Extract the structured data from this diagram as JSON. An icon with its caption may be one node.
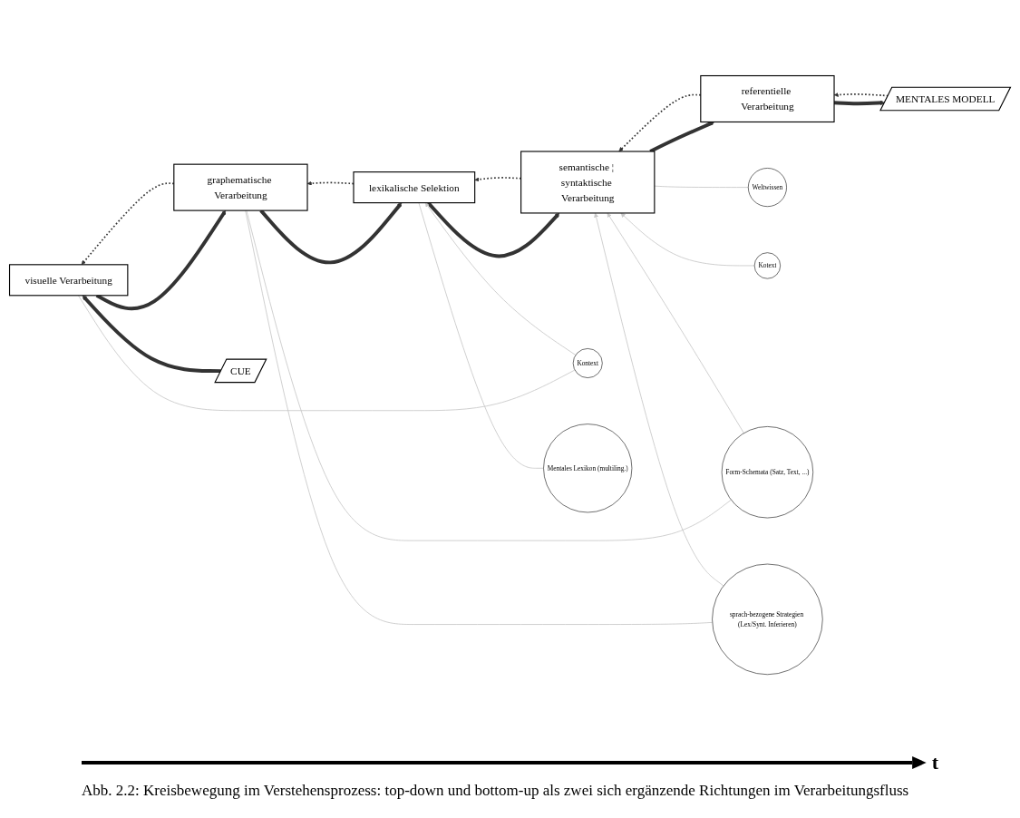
{
  "diagram": {
    "caption": "Abb. 2.2: Kreisbewegung im Verstehensprozess: top-down und bottom-up als zwei sich ergänzende Richtungen im Verarbeitungsfluss",
    "nodes": [
      {
        "text": [
          "Weltwissen"
        ]
      },
      {
        "text": [
          "MENTALES MODELL"
        ]
      },
      {
        "text": [
          "Kotext"
        ]
      },
      {
        "text": [
          "referentielle Verarbeitung"
        ]
      },
      {
        "text": [
          "Kontext"
        ]
      },
      {
        "text": [
          "semantische ¦ syntaktische Verarbeitung"
        ]
      },
      {
        "text": [
          "Mentales Lexikon (multiling.)"
        ]
      },
      {
        "text": [
          "lexikalische Selektion"
        ]
      },
      {
        "text": [
          "graphematische Verarbeitung"
        ]
      },
      {
        "text": [
          "Form-Schemata (Satz, Text, ...)"
        ]
      },
      {
        "text": [
          "visuelle Verarbeitung"
        ]
      },
      {
        "text": [
          "sprach-bezogene Strategien (Lex/Synt. Inferieren)"
        ]
      },
      {
        "text": [
          "CUE"
        ]
      }
    ],
    "edges": [
      {
        "from": 12,
        "to": 10,
        "arrow": "to",
        "style": "thick"
      },
      {
        "from": 10,
        "to": 8,
        "arrow": "to",
        "style": "thick"
      },
      {
        "from": 8,
        "to": 7,
        "arrow": "to",
        "style": "thick"
      },
      {
        "from": 7,
        "to": 5,
        "arrow": "to",
        "style": "thick"
      },
      {
        "from": 5,
        "to": 3,
        "arrow": "to",
        "style": "thick"
      },
      {
        "from": 3,
        "to": 1,
        "arrow": "to",
        "style": "thick"
      },
      {
        "from": 1,
        "to": 3,
        "arrow": "to",
        "style": "dashed"
      },
      {
        "from": 3,
        "to": 5,
        "arrow": "to",
        "style": "dashed"
      },
      {
        "from": 5,
        "to": 7,
        "arrow": "to",
        "style": "dashed"
      },
      {
        "from": 7,
        "to": 8,
        "arrow": "to",
        "style": "dashed"
      },
      {
        "from": 8,
        "to": 10,
        "arrow": "to",
        "style": "dashed"
      },
      {
        "from": 2,
        "to": 5,
        "arrow": "to",
        "color": "#c8c8c8"
      },
      {
        "from": 4,
        "to": 7,
        "arrow": "to",
        "color": "#c8c8c8"
      },
      {
        "from": 4,
        "to": 10,
        "arrow": "none",
        "color": "#c8c8c8"
      },
      {
        "from": 0,
        "to": 5,
        "arrow": "none",
        "color": "#c8c8c8"
      },
      {
        "from": 6,
        "to": 7,
        "arrow": "none",
        "color": "#c8c8c8"
      },
      {
        "from": 9,
        "to": 5,
        "arrow": "to",
        "color": "#c8c8c8"
      },
      {
        "from": 9,
        "to": 8,
        "arrow": "none",
        "color": "#c8c8c8"
      },
      {
        "from": 11,
        "to": 5,
        "arrow": "to",
        "color": "#c8c8c8"
      },
      {
        "from": 11,
        "to": 8,
        "arrow": "none",
        "color": "#c8c8c8"
      }
    ],
    "labels": [
      "t"
    ]
  }
}
